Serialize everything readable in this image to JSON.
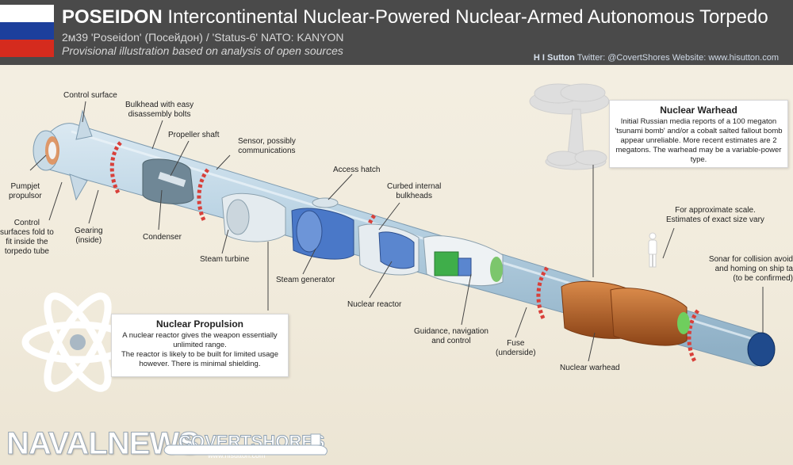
{
  "header": {
    "flag_colors": [
      "#ffffff",
      "#1c3f9c",
      "#d52b1e"
    ],
    "title_bold": "POSEIDON",
    "title_rest": " Intercontinental Nuclear-Powered Nuclear-Armed Autonomous Torpedo",
    "subtitle": "2м39 'Poseidon' (Посейдон) / 'Status-6' NATO: KANYON",
    "note": "Provisional illustration based on analysis of open sources",
    "credit_name": "H I Sutton",
    "credit_rest": " Twitter: @CovertShores Website: www.hisutton.com"
  },
  "labels": {
    "control_surface": "Control surface",
    "bulkhead": "Bulkhead with easy\ndisassembly bolts",
    "propeller_shaft": "Propeller shaft",
    "sensor": "Sensor, possibly\ncommunications",
    "access_hatch": "Access hatch",
    "curbed_bulkheads": "Curbed internal\nbulkheads",
    "pumpjet": "Pumpjet\npropulsor",
    "control_fold": "Control\nsurfaces fold to\nfit inside the\ntorpedo tube",
    "gearing": "Gearing\n(inside)",
    "condenser": "Condenser",
    "steam_turbine": "Steam turbine",
    "steam_generator": "Steam generator",
    "nuclear_reactor": "Nuclear reactor",
    "guidance": "Guidance, navigation\nand control",
    "fuse": "Fuse\n(underside)",
    "nuclear_warhead": "Nuclear warhead",
    "scale": "For approximate scale.\nEstimates of exact size vary",
    "sonar": "Sonar for collision avoid\nand homing on ship ta\n(to be confirmed)"
  },
  "warhead_box": {
    "title": "Nuclear Warhead",
    "text": "Initial Russian media reports of a 100 megaton 'tsunami bomb' and/or a cobalt salted fallout bomb appear unreliable. More recent estimates are 2 megatons. The warhead may be a variable-power type."
  },
  "propulsion_box": {
    "title": "Nuclear Propulsion",
    "line1": "A nuclear reactor gives the weapon essentially unlimited range.",
    "line2": "The reactor is likely to be built for limited usage however. There is minimal shielding."
  },
  "branding": {
    "navalnews": "NAVALNEWS",
    "covertshores": "COVERTSHORES",
    "covert_url": "www.hisutton.com"
  },
  "colors": {
    "hull": "#b9d3e3",
    "red_band": "#d8403a",
    "steam_generator": "#4a78c8",
    "guidance": "#3fae4a",
    "warhead": "#b9652a",
    "sonar": "#1f4a8c"
  }
}
